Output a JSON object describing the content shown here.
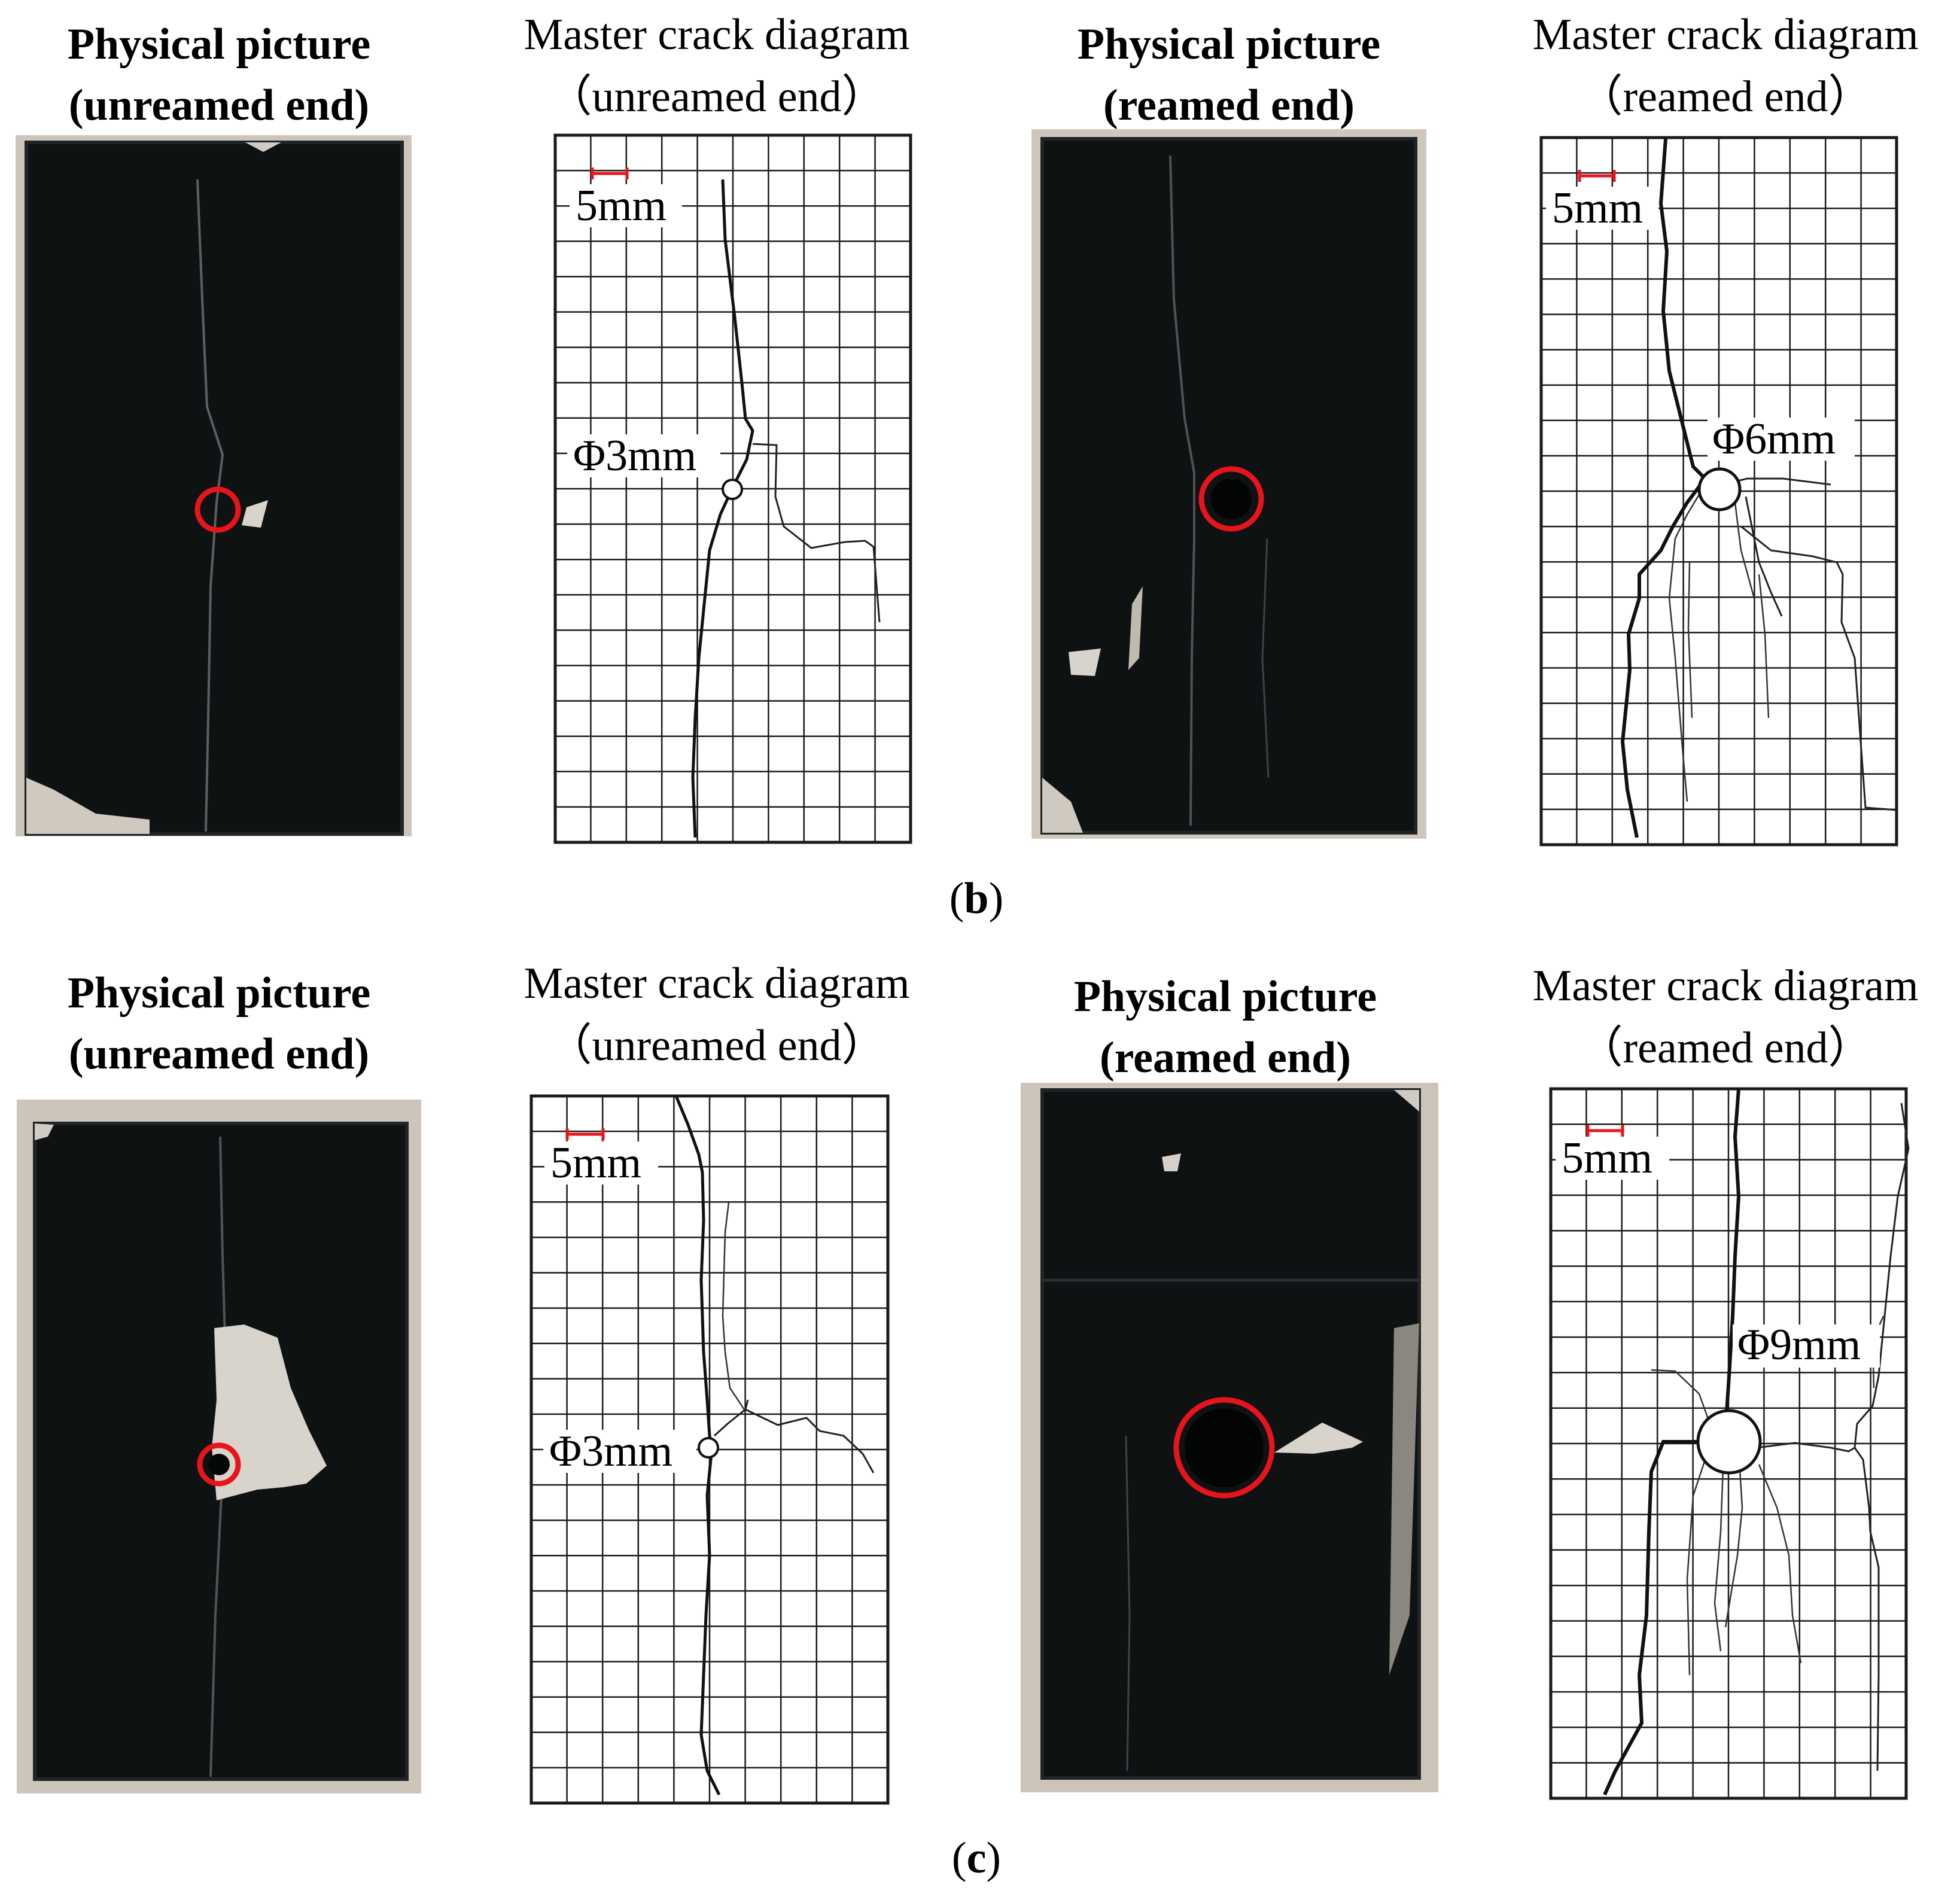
{
  "figure": {
    "rows": [
      {
        "label": "b",
        "panels": [
          {
            "kind": "photo",
            "title_lines": [
              "Physical picture",
              "(unreamed end)"
            ]
          },
          {
            "kind": "diagram",
            "title_lines": [
              "Master crack diagram",
              "（unreamed end）"
            ],
            "scale_label": "5mm",
            "hole_label": "Φ3mm"
          },
          {
            "kind": "photo",
            "title_lines": [
              "Physical picture",
              "(reamed end)"
            ]
          },
          {
            "kind": "diagram",
            "title_lines": [
              "Master crack diagram",
              "（reamed end）"
            ],
            "scale_label": "5mm",
            "hole_label": "Φ6mm"
          }
        ]
      },
      {
        "label": "c",
        "panels": [
          {
            "kind": "photo",
            "title_lines": [
              "Physical picture",
              "(unreamed end)"
            ]
          },
          {
            "kind": "diagram",
            "title_lines": [
              "Master crack diagram",
              "（unreamed end）"
            ],
            "scale_label": "5mm",
            "hole_label": "Φ3mm"
          },
          {
            "kind": "photo",
            "title_lines": [
              "Physical picture",
              "(reamed end)"
            ]
          },
          {
            "kind": "diagram",
            "title_lines": [
              "Master crack diagram",
              "（reamed end）"
            ],
            "scale_label": "5mm",
            "hole_label": "Φ9mm"
          }
        ]
      }
    ]
  },
  "colors": {
    "specimen": "#0f1213",
    "specimen_edge": "#1f2426",
    "background_photo": "#c9c0b5",
    "exposed_core": "#d8d4cc",
    "marker": "#e8141b",
    "grid": "#1a1a1a",
    "crack": "#111111"
  }
}
